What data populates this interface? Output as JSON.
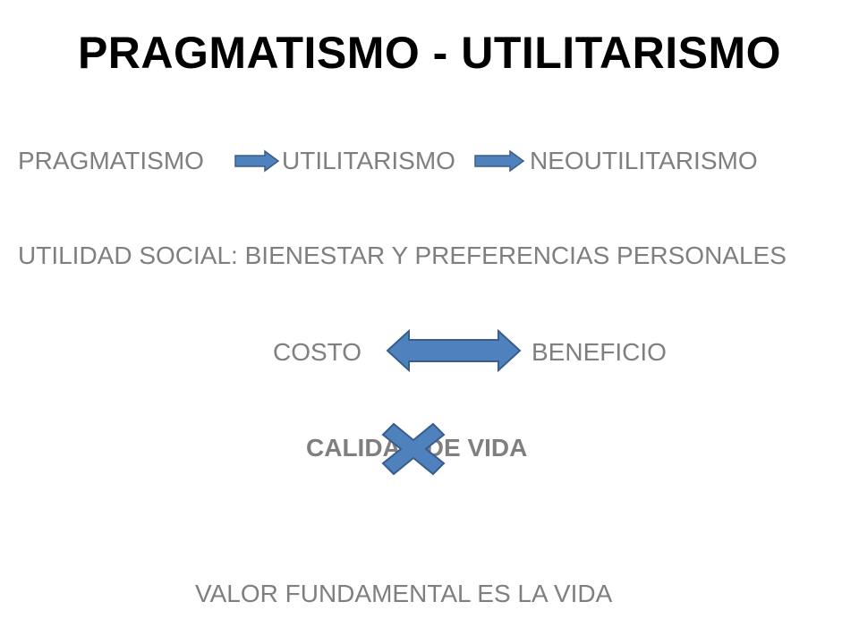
{
  "slide": {
    "title": "PRAGMATISMO - UTILITARISMO",
    "progression": [
      "PRAGMATISMO",
      "UTILITARISMO",
      "NEOUTILITARISMO"
    ],
    "utility_line": "UTILIDAD SOCIAL: BIENESTAR Y PREFERENCIAS PERSONALES",
    "cost_benefit": {
      "left": "COSTO",
      "right": "BENEFICIO"
    },
    "quality_of_life": "CALIDAD DE VIDA",
    "fundamental_value": "VALOR FUNDAMENTAL ES LA VIDA"
  },
  "colors": {
    "title_text": "#000000",
    "body_text": "#7f7f7f",
    "shape_fill": "#4f81bd",
    "shape_stroke": "#385d8a"
  },
  "icons": [
    "right-arrow-icon",
    "right-arrow-icon",
    "left-right-arrow-icon",
    "cross-mark-icon"
  ]
}
